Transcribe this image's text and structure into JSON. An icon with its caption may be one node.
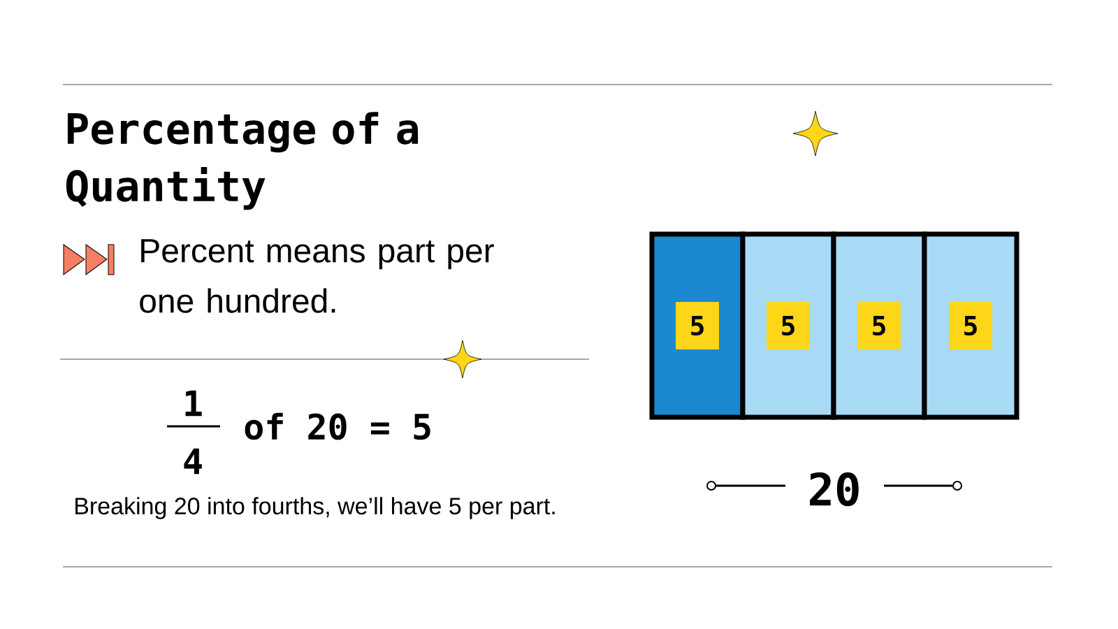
{
  "diagram": {
    "title": "Percentage of a Quantity",
    "nodes": [
      {
        "text": [
          "5"
        ]
      },
      {
        "text": [
          "5"
        ]
      },
      {
        "text": [
          "5"
        ]
      },
      {
        "text": [
          "5"
        ]
      }
    ],
    "edges": [],
    "labels": [
      "Percent means part per one hundred.",
      "1",
      "4",
      "of 20 = 5",
      "Breaking 20 into fourths, we’ll have 5 per part.",
      "20"
    ]
  }
}
